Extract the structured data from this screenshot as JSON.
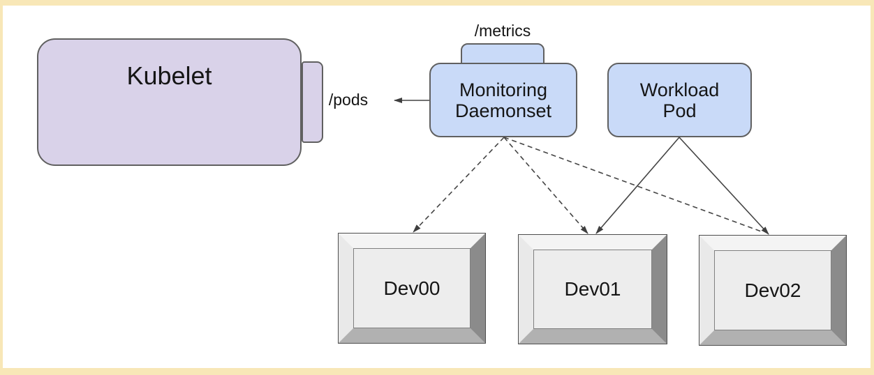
{
  "nodes": {
    "kubelet": {
      "label": "Kubelet"
    },
    "daemonset": {
      "label_line1": "Monitoring",
      "label_line2": "Daemonset"
    },
    "workload": {
      "label_line1": "Workload",
      "label_line2": "Pod"
    },
    "metrics_endpoint": {
      "label": "/metrics"
    },
    "pods_endpoint": {
      "label": "/pods"
    }
  },
  "devices": [
    {
      "label": "Dev00"
    },
    {
      "label": "Dev01"
    },
    {
      "label": "Dev02"
    }
  ],
  "edges": [
    {
      "from": "monitoring-daemonset",
      "to": "dev00",
      "style": "dashed-arrow"
    },
    {
      "from": "monitoring-daemonset",
      "to": "dev01",
      "style": "dashed-arrow"
    },
    {
      "from": "monitoring-daemonset",
      "to": "dev02",
      "style": "dashed"
    },
    {
      "from": "workload-pod",
      "to": "dev01",
      "style": "solid-arrow"
    },
    {
      "from": "workload-pod",
      "to": "dev02",
      "style": "solid-arrow"
    },
    {
      "from": "monitoring-daemonset",
      "to": "pods-endpoint",
      "style": "solid-arrow"
    }
  ],
  "colors": {
    "frame_bg": "#f8e7b7",
    "canvas_bg": "#ffffff",
    "purple_fill": "#d9d2e9",
    "blue_fill": "#c9daf8",
    "node_border": "#606060",
    "edge_color": "#444444",
    "device_face": "#ededed",
    "device_outline": "#4d4d4d",
    "bevel_top": "#f4f4f4",
    "bevel_right": "#8b8b8b",
    "bevel_bottom": "#b1b1b1",
    "bevel_left": "#e9e9e9"
  }
}
